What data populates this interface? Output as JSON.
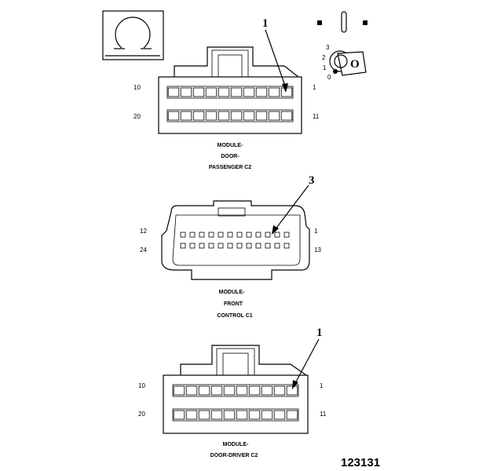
{
  "figure_number": "123131",
  "symbols": {
    "ohm_symbol": "Ω",
    "key_letter": "O",
    "key_positions": [
      "3",
      "2",
      "1",
      "0"
    ]
  },
  "connectors": [
    {
      "id": "door-passenger-c2",
      "caption": [
        "MODULE-",
        "DOOR-",
        "PASSENGER C2"
      ],
      "pins": {
        "top_left": "10",
        "top_right": "1",
        "bottom_left": "20",
        "bottom_right": "11"
      },
      "callout": "1",
      "rows": [
        10,
        10
      ]
    },
    {
      "id": "front-control-c1",
      "caption": [
        "MODULE-",
        "FRONT",
        "CONTROL C1"
      ],
      "pins": {
        "top_left": "12",
        "top_right": "1",
        "bottom_left": "24",
        "bottom_right": "13"
      },
      "callout": "3",
      "rows": [
        12,
        12
      ]
    },
    {
      "id": "door-driver-c2",
      "caption": [
        "MODULE-",
        "DOOR-DRIVER C2"
      ],
      "pins": {
        "top_left": "10",
        "top_right": "1",
        "bottom_left": "20",
        "bottom_right": "11"
      },
      "callout": "1",
      "rows": [
        10,
        10
      ]
    }
  ]
}
